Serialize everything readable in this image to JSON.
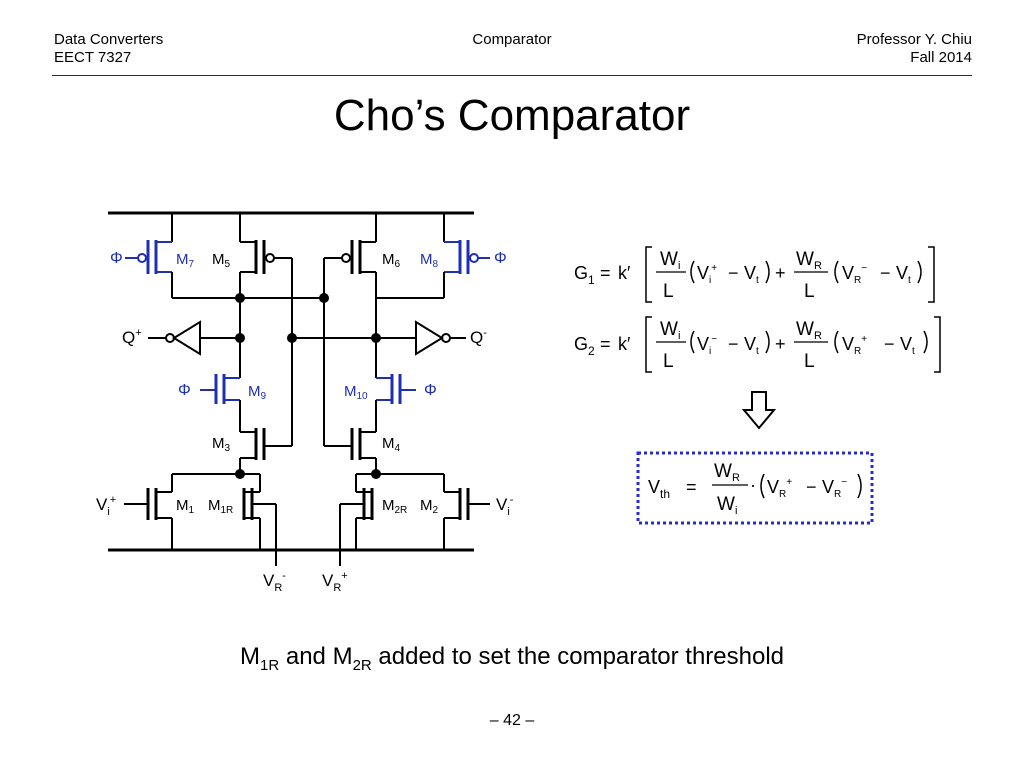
{
  "header": {
    "course": "Data Converters",
    "code": "EECT 7327",
    "topic": "Comparator",
    "instructor": "Professor Y. Chiu",
    "term": "Fall 2014"
  },
  "title": "Cho’s Comparator",
  "circuit": {
    "phi": "Φ",
    "m": "M",
    "t1": "1",
    "t2": "2",
    "t3": "3",
    "t4": "4",
    "t5": "5",
    "t6": "6",
    "t7": "7",
    "t8": "8",
    "t9": "9",
    "t10": "10",
    "t1r": "1R",
    "t2r": "2R",
    "q": "Q",
    "plus": "+",
    "minus": "-",
    "v": "V",
    "i": "i",
    "r": "R"
  },
  "equations": {
    "g": "G",
    "one": "1",
    "two": "2",
    "eq": "=",
    "kprime": "k′",
    "w": "W",
    "l": "L",
    "vt_sub": "t",
    "op_plus": "+",
    "op_minus": "−",
    "sup_plus": "+",
    "sup_minus": "−",
    "th": "th",
    "dot": "·"
  },
  "caption": {
    "m": "M",
    "sub1": "1R",
    "and": " and ",
    "sub2": "2R",
    "rest": " added to set the comparator threshold"
  },
  "page_number": "– 42 –",
  "colors": {
    "phase": "#1f2fb4",
    "rule": "#1a2a7a",
    "box": "#2a2ad0"
  }
}
